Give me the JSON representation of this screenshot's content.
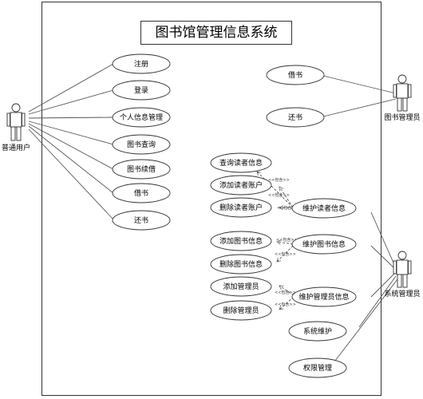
{
  "title": "图书馆管理信息系统",
  "actors": {
    "user": "普通用户",
    "librarian": "图书管理员",
    "admin": "系统管理员"
  },
  "use_cases": {
    "register": "注册",
    "login": "登录",
    "personal_info": "个人信息管理",
    "book_search": "图书查询",
    "book_renew": "图书续借",
    "borrow_user": "借书",
    "return_user": "还书",
    "borrow_lib": "借书",
    "return_lib": "还书",
    "query_reader": "查询读者信息",
    "add_reader": "添加读者账户",
    "delete_reader": "删除读者账户",
    "maintain_reader": "维护读者信息",
    "add_book": "添加图书信息",
    "maintain_book": "维护图书信息",
    "delete_book": "删除图书信息",
    "add_admin": "添加管理员",
    "maintain_admin": "维护管理员信息",
    "delete_admin": "删除管理员",
    "sys_maint": "系统维护",
    "permission": "权限管理"
  },
  "include_label": "<<包含>>"
}
